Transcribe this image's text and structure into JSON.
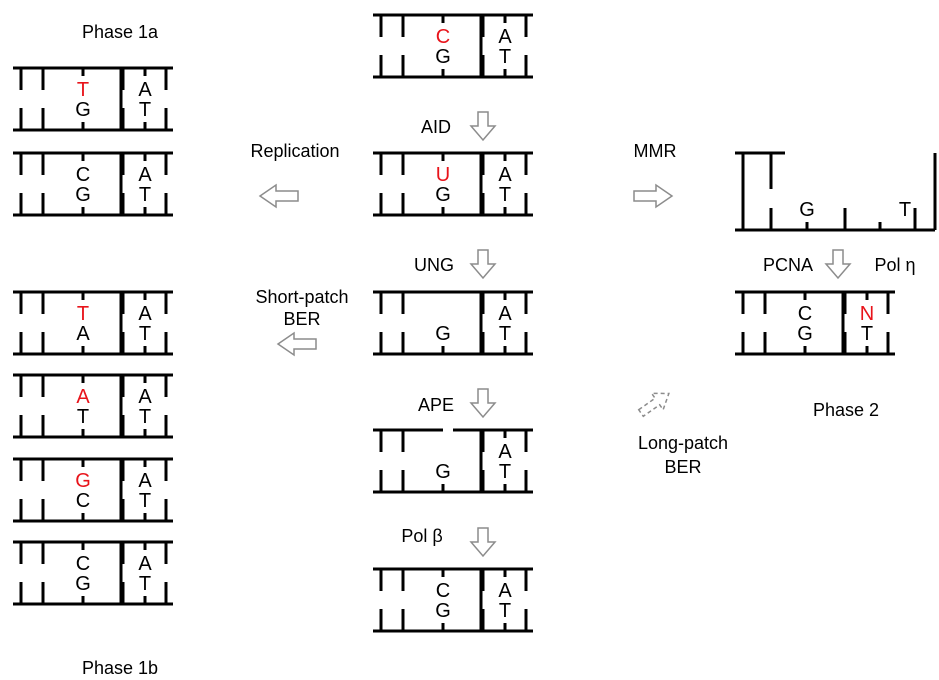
{
  "colors": {
    "ink": "#000000",
    "mutation": "#e8141b",
    "arrow": "#8c8c8c"
  },
  "labels": {
    "phase_1a": "Phase 1a",
    "phase_1b": "Phase 1b",
    "phase_2": "Phase 2",
    "replication": "Replication",
    "mmr": "MMR",
    "aid": "AID",
    "ung": "UNG",
    "ape": "APE",
    "pol_beta": "Pol β",
    "pcna": "PCNA",
    "pol_eta": "Pol η",
    "short_patch_1": "Short-patch",
    "short_patch_2": "BER",
    "long_patch_1": "Long-patch",
    "long_patch_2": "BER"
  },
  "center": [
    {
      "top": "C",
      "bottom": "G",
      "top_mut": true,
      "top2": "A",
      "bottom2": "T"
    },
    {
      "top": "U",
      "bottom": "G",
      "top_mut": true,
      "top2": "A",
      "bottom2": "T"
    },
    {
      "top": "",
      "bottom": "G",
      "top_mut": false,
      "top2": "A",
      "bottom2": "T"
    },
    {
      "top": "",
      "bottom": "G",
      "top_mut": false,
      "top2": "A",
      "bottom2": "T"
    },
    {
      "top": "C",
      "bottom": "G",
      "top_mut": false,
      "top2": "A",
      "bottom2": "T"
    }
  ],
  "phase1a": [
    {
      "top": "T",
      "bottom": "G",
      "top_mut": true,
      "top2": "A",
      "bottom2": "T"
    },
    {
      "top": "C",
      "bottom": "G",
      "top_mut": false,
      "top2": "A",
      "bottom2": "T"
    }
  ],
  "phase1b": [
    {
      "top": "T",
      "bottom": "A",
      "top_mut": true,
      "top2": "A",
      "bottom2": "T"
    },
    {
      "top": "A",
      "bottom": "T",
      "top_mut": true,
      "top2": "A",
      "bottom2": "T"
    },
    {
      "top": "G",
      "bottom": "C",
      "top_mut": true,
      "top2": "A",
      "bottom2": "T"
    },
    {
      "top": "C",
      "bottom": "G",
      "top_mut": false,
      "top2": "A",
      "bottom2": "T"
    }
  ],
  "phase2": [
    {
      "top": "",
      "bottom": "G",
      "top_mut": false,
      "top2": "",
      "bottom2": "T"
    },
    {
      "top": "C",
      "bottom": "G",
      "top_mut": false,
      "top2": "N",
      "bottom2": "T",
      "top2_mut": true
    }
  ]
}
